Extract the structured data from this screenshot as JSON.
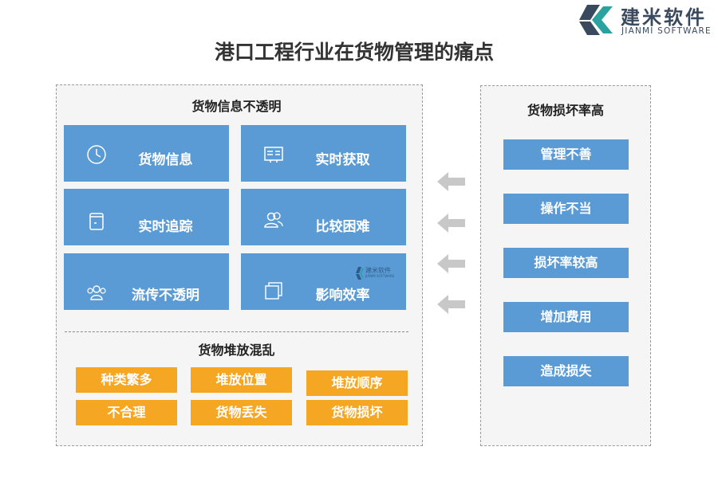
{
  "logo": {
    "name_cn": "建米软件",
    "name_en": "JIANMI SOFTWARE"
  },
  "title": "港口工程行业在货物管理的痛点",
  "left": {
    "info_section": {
      "title": "货物信息不透明",
      "cards": [
        {
          "label": "货物信息",
          "icon": "clock-icon"
        },
        {
          "label": "实时获取",
          "icon": "id-card-icon"
        },
        {
          "label": "实时追踪",
          "icon": "document-icon"
        },
        {
          "label": "比较困难",
          "icon": "users-icon"
        },
        {
          "label": "流传不透明",
          "icon": "group-icon"
        },
        {
          "label": "影响效率",
          "icon": "windows-icon"
        }
      ]
    },
    "stack_section": {
      "title": "货物堆放混乱",
      "tags": [
        "种类繁多",
        "堆放位置",
        "堆放顺序",
        "不合理",
        "货物丢失",
        "货物损坏"
      ]
    },
    "watermark": {
      "name_cn": "建米软件",
      "name_en": "JIANMI SOFTWARE"
    }
  },
  "right": {
    "title": "货物损坏率高",
    "items": [
      "管理不善",
      "操作不当",
      "损坏率较高",
      "增加费用",
      "造成损失"
    ]
  },
  "colors": {
    "card_blue": "#5b9bd5",
    "tag_orange": "#f5a623",
    "panel_bg": "#f5f5f5",
    "arrow_gray": "#c8c8c8"
  }
}
